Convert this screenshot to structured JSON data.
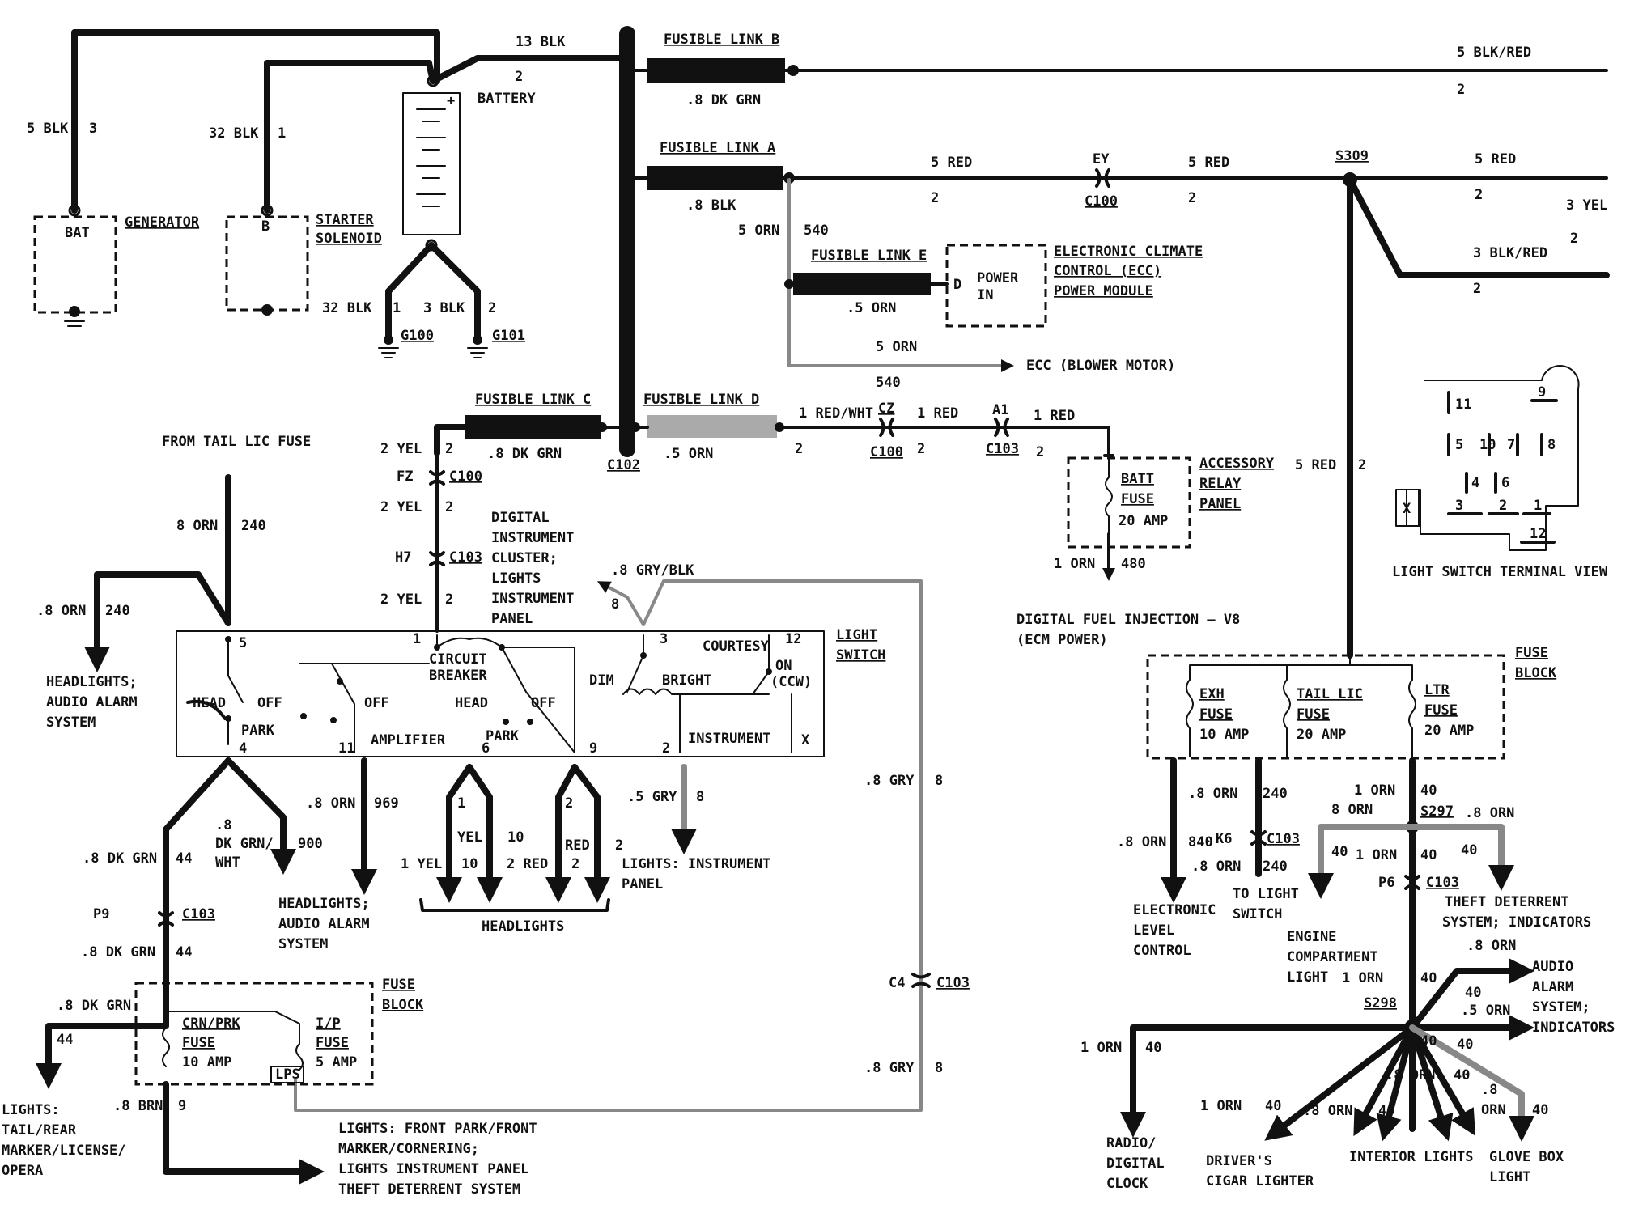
{
  "power_top": {
    "gen_wire": "5 BLK",
    "gen_wire_num": "3",
    "starter_wire": "32 BLK",
    "starter_wire_num": "1",
    "bat_main_wire": "13 BLK",
    "bat_main_num": "2",
    "battery_label": "BATTERY",
    "generator": {
      "pin": "BAT",
      "label": "GENERATOR"
    },
    "starter": {
      "pin": "B",
      "label_1": "STARTER",
      "label_2": "SOLENOID"
    },
    "ground_wire_1": "32 BLK",
    "ground_num_1": "1",
    "ground_1": "G100",
    "ground_wire_2": "3 BLK",
    "ground_num_2": "2",
    "ground_2": "G101"
  },
  "fusible_links": {
    "b": {
      "label": "FUSIBLE LINK B",
      "wire": ".8 DK GRN",
      "out_wire": "5 BLK/RED",
      "out_num": "2"
    },
    "a": {
      "label": "FUSIBLE LINK A",
      "wire": ".8 BLK"
    },
    "e": {
      "label": "FUSIBLE LINK E",
      "wire": ".5 ORN"
    },
    "c": {
      "label": "FUSIBLE LINK C",
      "wire": ".8 DK GRN"
    },
    "d": {
      "label": "FUSIBLE LINK D",
      "wire": ".5 ORN"
    },
    "c102": "C102"
  },
  "red_feed": {
    "w1": "5 RED",
    "n1": "2",
    "conn1_pin": "EY",
    "conn1": "C100",
    "w2": "5 RED",
    "n2": "2",
    "splice": "S309",
    "w3": "5 RED",
    "n3": "2",
    "yel": "3 YEL",
    "yel_num": "2",
    "blkred": "3 BLK/RED",
    "blkred_num": "2",
    "down_wire": "5 RED",
    "down_num": "2"
  },
  "ecc": {
    "orn_wire": "5 ORN",
    "orn_num": "540",
    "pin": "D",
    "power_in_1": "POWER",
    "power_in_2": "IN",
    "label_1": "ELECTRONIC CLIMATE",
    "label_2": "CONTROL (ECC)",
    "label_3": "POWER MODULE",
    "blower_wire": "5 ORN",
    "blower_num": "540",
    "blower_label": "ECC (BLOWER MOTOR)"
  },
  "accessory": {
    "w1": "1 RED/WHT",
    "n1": "2",
    "p1": "CZ",
    "c1": "C100",
    "w2": "1 RED",
    "n2": "2",
    "p2": "A1",
    "c2": "C103",
    "w3": "1 RED",
    "n3": "2",
    "fuse_1": "BATT",
    "fuse_2": "FUSE",
    "fuse_3": "20 AMP",
    "panel_1": "ACCESSORY",
    "panel_2": "RELAY",
    "panel_3": "PANEL",
    "out_wire": "1 ORN",
    "out_num": "480",
    "dest_1": "DIGITAL FUEL INJECTION — V8",
    "dest_2": "(ECM POWER)"
  },
  "cluster_feed": {
    "w1": "2 YEL",
    "n1": "2",
    "p1": "FZ",
    "c1": "C100",
    "w2": "2 YEL",
    "n2": "2",
    "p2": "H7",
    "c2": "C103",
    "w3": "2 YEL",
    "n3": "2",
    "label_1": "DIGITAL",
    "label_2": "INSTRUMENT",
    "label_3": "CLUSTER;",
    "label_4": "LIGHTS",
    "label_5": "INSTRUMENT",
    "label_6": "PANEL"
  },
  "light_switch": {
    "label_1": "LIGHT",
    "label_2": "SWITCH",
    "from_tail": "FROM TAIL LIC FUSE",
    "tail_wire": "8 ORN",
    "tail_num": "240",
    "out_wire": ".8 ORN",
    "out_num": "240",
    "out_dest_1": "HEADLIGHTS;",
    "out_dest_2": "AUDIO ALARM",
    "out_dest_3": "SYSTEM",
    "gry_blk": ".8 GRY/BLK",
    "gry_blk_num": "8",
    "pins": [
      "5",
      "1",
      "3",
      "12",
      "4",
      "11",
      "6",
      "9",
      "2",
      "X"
    ],
    "labels": [
      "HEAD",
      "OFF",
      "PARK",
      "CIRCUIT",
      "BREAKER",
      "OFF",
      "AMPLIFIER",
      "HEAD",
      "OFF",
      "PARK",
      "DIM",
      "BRIGHT",
      "COURTESY",
      "ON",
      "(CCW)",
      "INSTRUMENT"
    ]
  },
  "switch_outputs": {
    "dk_grn": ".8 DK GRN",
    "dk_grn_num": "44",
    "dkgrn_wht_1": ".8",
    "dkgrn_wht_2": "DK GRN/",
    "dkgrn_wht_3": "WHT",
    "dkgrn_wht_num": "900",
    "amp_wire": ".8 ORN",
    "amp_num": "969",
    "amp_dest_1": "HEADLIGHTS;",
    "amp_dest_2": "AUDIO ALARM",
    "amp_dest_3": "SYSTEM",
    "yel_1": "1 YEL",
    "yel_1_num": "1",
    "yel_2": "YEL",
    "yel_2_num": "10",
    "yel_3_num": "10",
    "red_1": "2 RED",
    "red_1_num": "2",
    "red_2": "RED",
    "red_2_num": "2",
    "red_3_num": "2",
    "headlights": "HEADLIGHTS",
    "gry": ".5 GRY",
    "gry_num": "8",
    "instr_1": "LIGHTS: INSTRUMENT",
    "instr_2": "PANEL"
  },
  "lower_left": {
    "p9": "P9",
    "c103": "C103",
    "dk_grn_2": ".8 DK GRN",
    "dk_grn_2_num": "44",
    "dk_grn_3": ".8 DK GRN",
    "dk_grn_3_num": "44",
    "fuse_block_1": "FUSE",
    "fuse_block_2": "BLOCK",
    "crn_1": "CRN/PRK",
    "crn_2": "FUSE",
    "crn_3": "10 AMP",
    "ip_1": "I/P",
    "ip_2": "FUSE",
    "ip_3": "5 AMP",
    "lps": "LPS",
    "lights_1": "LIGHTS:",
    "lights_2": "TAIL/REAR",
    "lights_3": "MARKER/LICENSE/",
    "lights_4": "OPERA",
    "brn": ".8 BRN",
    "brn_num": "9",
    "front_1": "LIGHTS: FRONT PARK/FRONT",
    "front_2": "MARKER/CORNERING;",
    "front_3": "LIGHTS INSTRUMENT PANEL",
    "front_4": "THEFT DETERRENT SYSTEM",
    "gry_1": ".8 GRY",
    "gry_1_num": "8",
    "c4": "C4",
    "c103_b": "C103",
    "gry_2": ".8 GRY",
    "gry_2_num": "8"
  },
  "terminal_view": {
    "title": "LIGHT SWITCH TERMINAL VIEW",
    "pins": [
      "11",
      "9",
      "5",
      "10",
      "7",
      "8",
      "4",
      "6",
      "3",
      "2",
      "1",
      "12",
      "X"
    ]
  },
  "fuse_block_right": {
    "label_1": "FUSE",
    "label_2": "BLOCK",
    "exh_1": "EXH",
    "exh_2": "FUSE",
    "exh_3": "10 AMP",
    "tail_1": "TAIL LIC",
    "tail_2": "FUSE",
    "tail_3": "20 AMP",
    "ltr_1": "LTR",
    "ltr_2": "FUSE",
    "ltr_3": "20 AMP"
  },
  "right_outputs": {
    "elc_w1": ".8 ORN",
    "elc_w1_num": "840",
    "elc_w2": ".8 ORN",
    "elc_w2_num": "240",
    "k6": "K6",
    "c103": "C103",
    "elc_w3": ".8 ORN",
    "elc_w3_num": "240",
    "elc_1": "ELECTRONIC",
    "elc_2": "LEVEL",
    "elc_3": "CONTROL",
    "ls_1": "TO LIGHT",
    "ls_2": "SWITCH",
    "ltr_w1": "1 ORN",
    "ltr_w1_num": "40",
    "s297": "S297",
    "eng_w": "8 ORN",
    "eng_num": "40",
    "theft_w": ".8 ORN",
    "theft_num": "40",
    "eng_1": "ENGINE",
    "eng_2": "COMPARTMENT",
    "eng_3": "LIGHT",
    "theft_1": "THEFT DETERRENT",
    "theft_2": "SYSTEM; INDICATORS",
    "ltr_w2": "1 ORN",
    "ltr_w2_num": "40",
    "p6": "P6",
    "c103_b": "C103",
    "ltr_w3": "1 ORN",
    "ltr_w3_num": "40",
    "s298": "S298",
    "audio_w1": ".8 ORN",
    "audio_num1": "40",
    "audio_w2": ".5 ORN",
    "audio_num2": "40",
    "audio_1": "AUDIO",
    "audio_2": "ALARM",
    "audio_3": "SYSTEM;",
    "audio_4": "INDICATORS",
    "radio_w": "1 ORN",
    "radio_num": "40",
    "radio_1": "RADIO/",
    "radio_2": "DIGITAL",
    "radio_3": "CLOCK",
    "cig_w": "1 ORN",
    "cig_num": "40",
    "cig_1": "DRIVER'S",
    "cig_2": "CIGAR LIGHTER",
    "int_w1": ".8 ORN",
    "int_num1": "40",
    "int_w2": ".8 ORN",
    "int_num2": "40",
    "int_label": "INTERIOR LIGHTS",
    "glove_w1": ".8",
    "glove_w2": "ORN",
    "glove_num": "40",
    "glove_1": "GLOVE BOX",
    "glove_2": "LIGHT",
    "s298_num": "40"
  }
}
